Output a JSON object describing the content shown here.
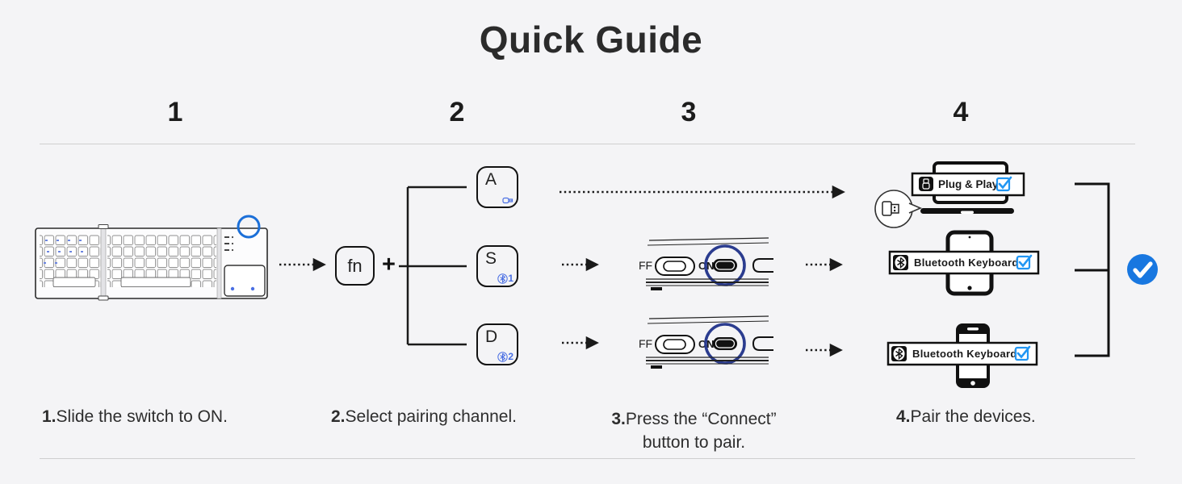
{
  "title": "Quick Guide",
  "colors": {
    "accent_blue": "#1b6fd8",
    "navy_circle": "#2b3c8f",
    "check_circle_blue": "#1877e0",
    "checkbox_blue": "#2196f3",
    "key_legend_blue": "#4a6fe3",
    "line_dark": "#1a1a1a",
    "background": "#f4f4f6"
  },
  "steps": [
    {
      "number": "1",
      "caption_no": "1.",
      "caption": "Slide the switch to ON."
    },
    {
      "number": "2",
      "caption_no": "2.",
      "caption": "Select pairing channel."
    },
    {
      "number": "3",
      "caption_no": "3.",
      "caption": "Press the “Connect”",
      "caption2": "button to pair."
    },
    {
      "number": "4",
      "caption_no": "4.",
      "caption": "Pair the devices."
    }
  ],
  "step2": {
    "fn_key": "fn",
    "plus": "+",
    "keys": [
      {
        "letter": "A",
        "icon": "usb-dongle-icon",
        "channel": ""
      },
      {
        "letter": "S",
        "icon": "bluetooth-icon",
        "channel": "1"
      },
      {
        "letter": "D",
        "icon": "bluetooth-icon",
        "channel": "2"
      }
    ]
  },
  "step3": {
    "off_label": "FF",
    "on_label": "ON"
  },
  "step4": {
    "devices": [
      {
        "type": "laptop",
        "icon": "usb-dongle-icon",
        "label": "Plug & Play"
      },
      {
        "type": "tablet",
        "icon": "bluetooth-icon",
        "label": "Bluetooth Keyboard"
      },
      {
        "type": "phone",
        "icon": "bluetooth-icon",
        "label": "Bluetooth Keyboard"
      }
    ]
  }
}
